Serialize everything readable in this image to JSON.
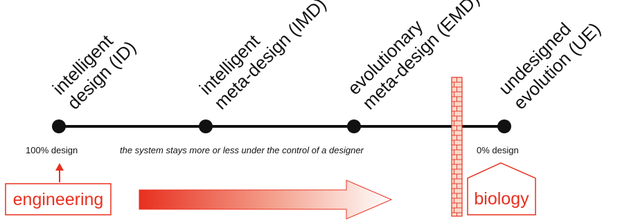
{
  "stages": [
    {
      "line1": "intelligent",
      "line2": "design (ID)"
    },
    {
      "line1": "intelligent",
      "line2": "meta-design (IMD)"
    },
    {
      "line1": "evolutionary",
      "line2": "meta-design (EMD)"
    },
    {
      "line1": "undesigned",
      "line2": "evolution (UE)"
    }
  ],
  "scale": {
    "left_label": "100% design",
    "middle_label": "the system stays more or less under the control of a designer",
    "right_label": "0% design"
  },
  "boxes": {
    "engineering": "engineering",
    "biology": "biology"
  },
  "colors": {
    "accent": "#e8301f",
    "line": "#111111",
    "wall_fill": "#f6d9cc"
  }
}
